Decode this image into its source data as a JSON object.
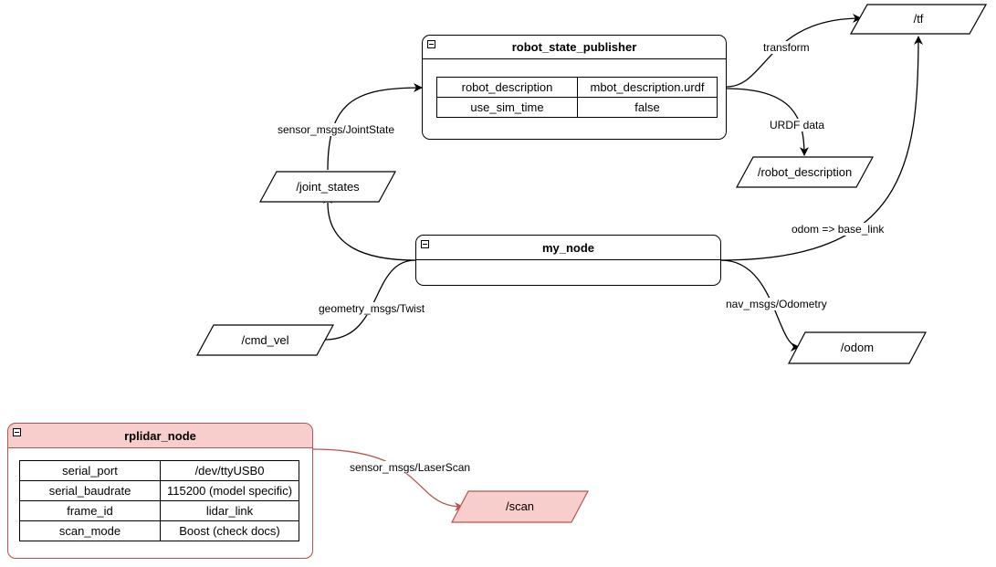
{
  "nodes": {
    "robot_state_publisher": {
      "title": "robot_state_publisher",
      "params": [
        {
          "key": "robot_description",
          "value": "mbot_description.urdf"
        },
        {
          "key": "use_sim_time",
          "value": "false"
        }
      ]
    },
    "my_node": {
      "title": "my_node"
    },
    "rplidar_node": {
      "title": "rplidar_node",
      "params": [
        {
          "key": "serial_port",
          "value": "/dev/ttyUSB0"
        },
        {
          "key": "serial_baudrate",
          "value": "115200 (model specific)"
        },
        {
          "key": "frame_id",
          "value": "lidar_link"
        },
        {
          "key": "scan_mode",
          "value": "Boost (check docs)"
        }
      ]
    }
  },
  "topics": {
    "tf": "/tf",
    "robot_description": "/robot_description",
    "joint_states": "/joint_states",
    "cmd_vel": "/cmd_vel",
    "odom": "/odom",
    "scan": "/scan"
  },
  "edge_labels": {
    "transform": "transform",
    "urdf_data": "URDF data",
    "joint_state": "sensor_msgs/JointState",
    "odom_base_link": "odom => base_link",
    "twist": "geometry_msgs/Twist",
    "odometry": "nav_msgs/Odometry",
    "laser_scan": "sensor_msgs/LaserScan"
  },
  "colors": {
    "highlight_fill": "#f8cecc",
    "highlight_stroke": "#b85450",
    "line": "#000000"
  }
}
